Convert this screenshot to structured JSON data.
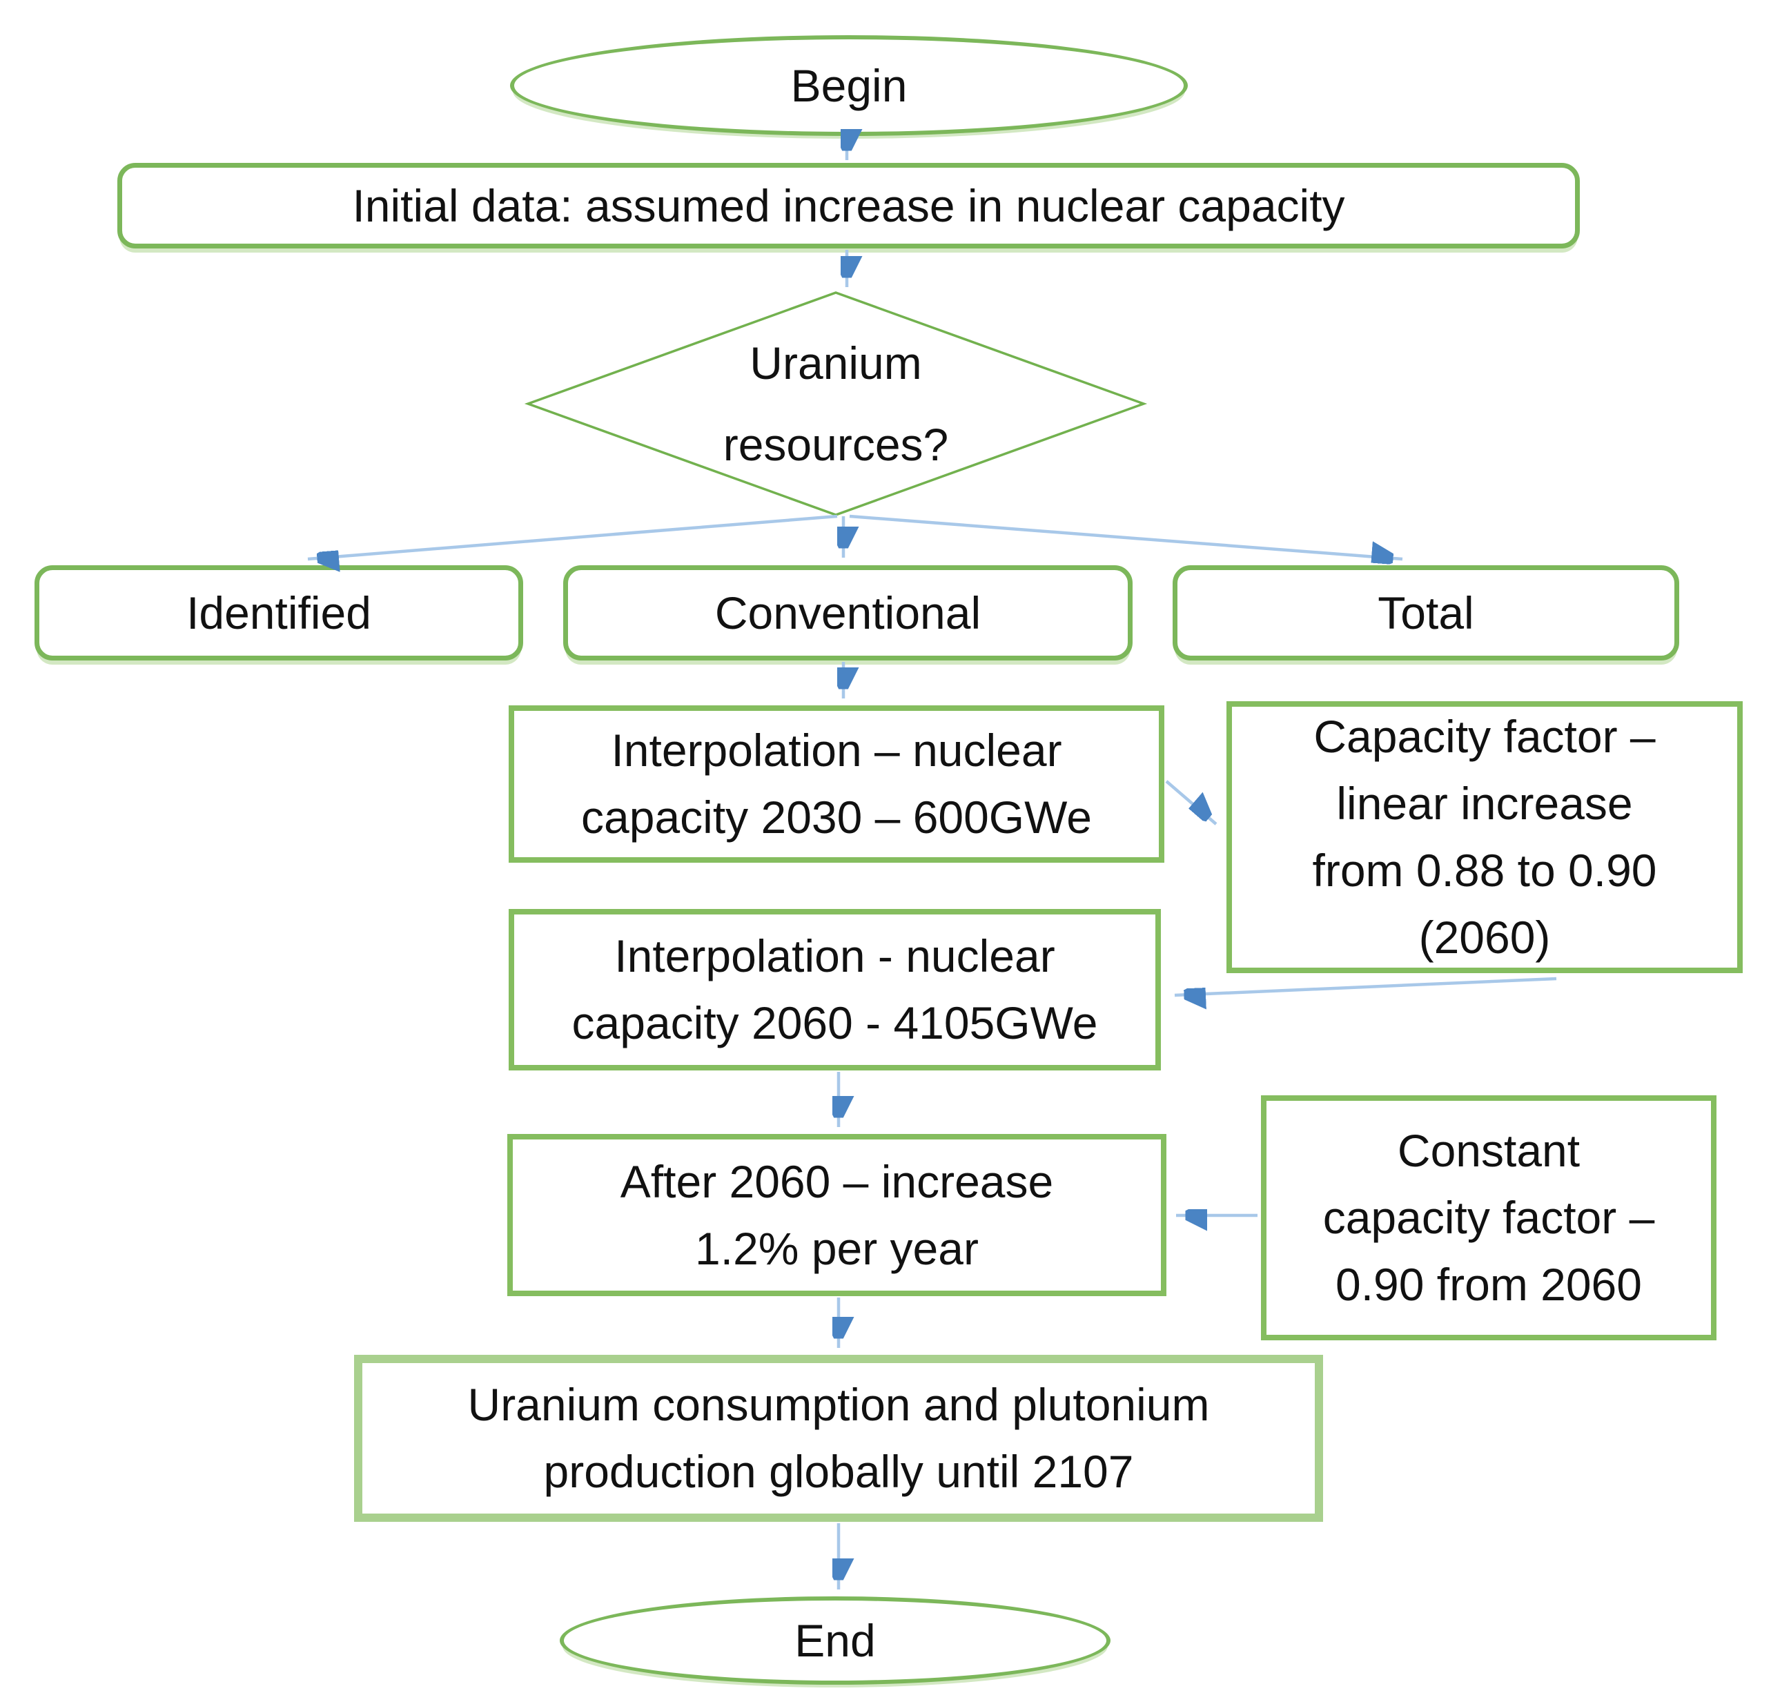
{
  "colors": {
    "node-border-green": "#7cb75a",
    "process-border-green": "#85bd5f",
    "light-border-green": "#a9d08e",
    "diamond-green": "#72b14e",
    "arrow-line-blue": "#a8c8e9",
    "arrow-head-blue": "#4a84c4",
    "text-color": "#111111",
    "background": "#ffffff"
  },
  "flowchart": {
    "begin": {
      "label": "Begin"
    },
    "initial_data": {
      "label": "Initial data: assumed increase in nuclear capacity"
    },
    "decision": {
      "lines": [
        "Uranium",
        "resources?"
      ]
    },
    "branches": {
      "identified": {
        "label": "Identified"
      },
      "conventional": {
        "label": "Conventional"
      },
      "total": {
        "label": "Total"
      }
    },
    "interpolation_2030": {
      "lines": [
        "Interpolation – nuclear",
        "capacity 2030 – 600GWe"
      ]
    },
    "capacity_factor_note": {
      "lines": [
        "Capacity factor –",
        "linear increase",
        "from 0.88 to 0.90",
        "(2060)"
      ]
    },
    "interpolation_2060": {
      "lines": [
        "Interpolation - nuclear",
        "capacity 2060 - 4105GWe"
      ]
    },
    "after_2060": {
      "lines": [
        "After 2060 – increase",
        "1.2% per year"
      ]
    },
    "constant_capacity_note": {
      "lines": [
        "Constant",
        "capacity factor –",
        "0.90 from 2060"
      ]
    },
    "consumption": {
      "lines": [
        "Uranium consumption and plutonium",
        "production globally until 2107"
      ]
    },
    "end": {
      "label": "End"
    }
  }
}
